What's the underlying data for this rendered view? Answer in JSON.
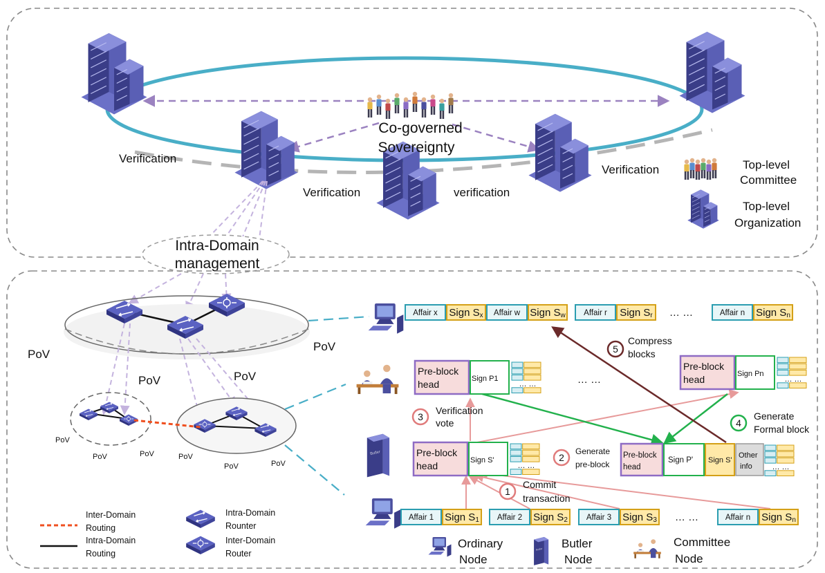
{
  "top": {
    "center_label_line1": "Co-governed",
    "center_label_line2": "Sovereignty",
    "verification_left": "Verification",
    "verification_mid": "Verification",
    "verification_lower": "verification",
    "verification_right": "Verification",
    "legend_committee_line1": "Top-level",
    "legend_committee_line2": "Committee",
    "legend_org_line1": "Top-level",
    "legend_org_line2": "Organization",
    "intra_line1": "Intra-Domain",
    "intra_line2": "management"
  },
  "bottom": {
    "pov": "PoV",
    "legend": {
      "inter_routing_line1": "Inter-Domain",
      "inter_routing_line2": "Routing",
      "intra_routing_line1": "Intra-Domain",
      "intra_routing_line2": "Routing",
      "intra_router_line1": "Intra-Domain",
      "intra_router_line2": "Rounter",
      "inter_router_line1": "Inter-Domain",
      "inter_router_line2": "Router",
      "ordinary_line1": "Ordinary",
      "ordinary_line2": "Node",
      "butler_line1": "Butler",
      "butler_line2": "Node",
      "committee_line1": "Committee",
      "committee_line2": "Node"
    },
    "top_chain": {
      "affairs": [
        "Affair x",
        "Affair w",
        "Affair r",
        "Affair n"
      ],
      "signs": [
        "Sign Sx",
        "Sign Sw",
        "Sign Sr",
        "Sign Sn"
      ],
      "ellipsis": "… …"
    },
    "bottom_chain": {
      "affairs": [
        "Affair 1",
        "Affair 2",
        "Affair 3",
        "Affair n"
      ],
      "signs": [
        "Sign S1",
        "Sign S2",
        "Sign S3",
        "Sign Sn"
      ],
      "ellipsis": "… …"
    },
    "preblock": {
      "head_line1": "Pre-block",
      "head_line2": "head",
      "sign_p1": "Sign P1",
      "sign_pn": "Sign Pn",
      "sign_s": "Sign S'",
      "dots": "… …",
      "mid_ellipsis": "… …"
    },
    "formal_block": {
      "head_line1": "Pre-block",
      "head_line2": "head",
      "sign_p": "Sign P'",
      "sign_s": "Sign S'",
      "other_line1": "Other",
      "other_line2": "info"
    },
    "steps": [
      {
        "num": "1",
        "line1": "Commit",
        "line2": "transaction",
        "color": "#e07b7b"
      },
      {
        "num": "2",
        "line1": "Generate",
        "line2": "pre-block",
        "color": "#e07b7b"
      },
      {
        "num": "3",
        "line1": "Verification",
        "line2": "vote",
        "color": "#e07b7b"
      },
      {
        "num": "4",
        "line1": "Generate",
        "line2": "Formal block",
        "color": "#22b14c"
      },
      {
        "num": "5",
        "line1": "Compress",
        "line2": "blocks",
        "color": "#6b2a2a"
      }
    ]
  },
  "colors": {
    "ring": "#49aec7",
    "purple_dash": "#9b82c0",
    "building": "#4b4f9e",
    "affair_border": "#2a9db0",
    "sign_border": "#d4a017",
    "sign_fill": "#ffe9a8",
    "head_border": "#8e6bc4",
    "head_fill": "#f7dcdc",
    "green": "#22b14c",
    "red_dash": "#ef4f1f"
  }
}
